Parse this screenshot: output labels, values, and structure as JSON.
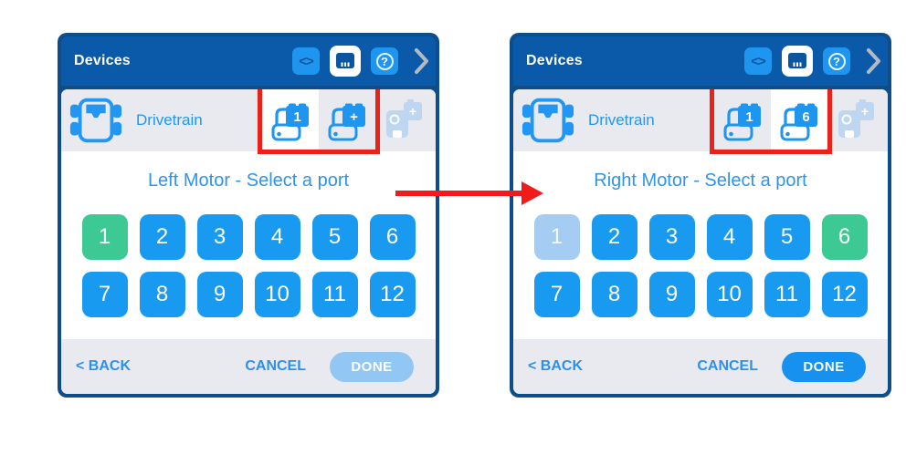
{
  "colors": {
    "panel_border": "#0f4c8a",
    "header_bg": "#0a5aa9",
    "accent_blue": "#1e96f0",
    "row_bg": "#e8eaf0",
    "prompt_text": "#2e94ea",
    "port_blue": "#199af1",
    "port_green": "#3cc993",
    "port_disabled_blue": "#a5cdf4",
    "done_disabled": "#92c7f3",
    "done_enabled": "#1691f0",
    "highlight_red": "#ea231a",
    "arrow_red": "#f11b1b"
  },
  "arrow": {
    "meaning": "step transition from left screen to right screen"
  },
  "panels": [
    {
      "header": {
        "title": "Devices",
        "code_glyph": "<>",
        "help_glyph": "?"
      },
      "device_row": {
        "label": "Drivetrain",
        "slots": [
          {
            "badge": "1",
            "state": "active"
          },
          {
            "badge": "+",
            "state": "inactive"
          },
          {
            "badge": "+",
            "state": "faded"
          }
        ]
      },
      "prompt": "Left Motor - Select a port",
      "ports": [
        {
          "label": "1",
          "state": "selected"
        },
        {
          "label": "2",
          "state": "normal"
        },
        {
          "label": "3",
          "state": "normal"
        },
        {
          "label": "4",
          "state": "normal"
        },
        {
          "label": "5",
          "state": "normal"
        },
        {
          "label": "6",
          "state": "normal"
        },
        {
          "label": "7",
          "state": "normal"
        },
        {
          "label": "8",
          "state": "normal"
        },
        {
          "label": "9",
          "state": "normal"
        },
        {
          "label": "10",
          "state": "normal"
        },
        {
          "label": "11",
          "state": "normal"
        },
        {
          "label": "12",
          "state": "normal"
        }
      ],
      "footer": {
        "back_label": "< BACK",
        "cancel_label": "CANCEL",
        "done_label": "DONE",
        "done_state": "disabled"
      }
    },
    {
      "header": {
        "title": "Devices",
        "code_glyph": "<>",
        "help_glyph": "?"
      },
      "device_row": {
        "label": "Drivetrain",
        "slots": [
          {
            "badge": "1",
            "state": "inactive"
          },
          {
            "badge": "6",
            "state": "active"
          },
          {
            "badge": "+",
            "state": "faded"
          }
        ]
      },
      "prompt": "Right Motor - Select a port",
      "ports": [
        {
          "label": "1",
          "state": "disabled"
        },
        {
          "label": "2",
          "state": "normal"
        },
        {
          "label": "3",
          "state": "normal"
        },
        {
          "label": "4",
          "state": "normal"
        },
        {
          "label": "5",
          "state": "normal"
        },
        {
          "label": "6",
          "state": "selected"
        },
        {
          "label": "7",
          "state": "normal"
        },
        {
          "label": "8",
          "state": "normal"
        },
        {
          "label": "9",
          "state": "normal"
        },
        {
          "label": "10",
          "state": "normal"
        },
        {
          "label": "11",
          "state": "normal"
        },
        {
          "label": "12",
          "state": "normal"
        }
      ],
      "footer": {
        "back_label": "< BACK",
        "cancel_label": "CANCEL",
        "done_label": "DONE",
        "done_state": "enabled"
      }
    }
  ]
}
